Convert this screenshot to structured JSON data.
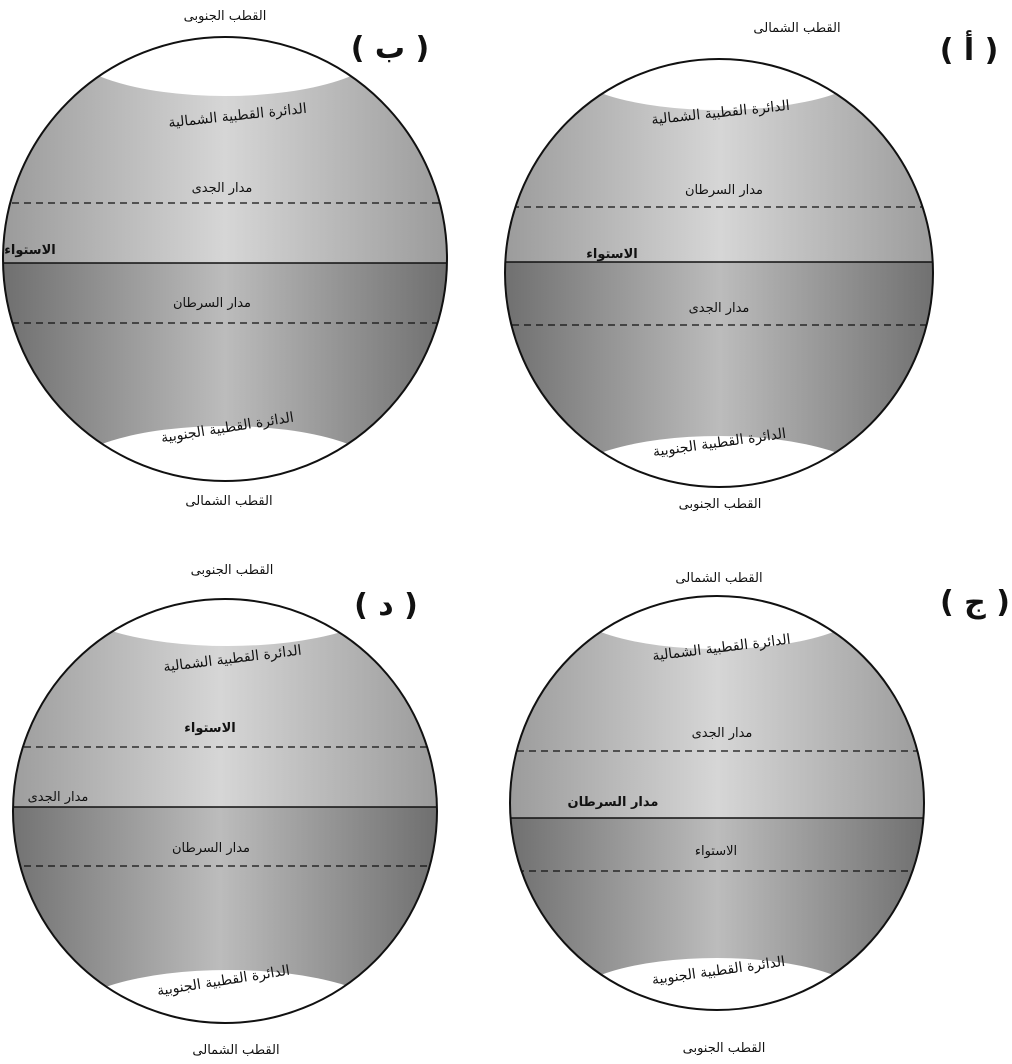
{
  "panels": [
    {
      "label": "( أ )",
      "top_text": "القطب الشمالى",
      "bottom_text": "القطب الجنوبى",
      "top_cap": "الدائرة القطبية الشمالية",
      "bottom_cap": "الدائرة القطبية الجنوبية",
      "upper_band": "مدار السرطان",
      "line_label": "الاستواء",
      "lower_band": "مدار الجدى"
    },
    {
      "label": "( ب )",
      "top_text": "القطب الجنوبى",
      "bottom_text": "القطب الشمالى",
      "top_cap": "الدائرة القطبية الشمالية",
      "bottom_cap": "الدائرة القطبية الجنوبية",
      "upper_band": "مدار الجدى",
      "line_label": "الاستواء",
      "lower_band": "مدار السرطان"
    },
    {
      "label": "( ج )",
      "top_text": "القطب الشمالى",
      "bottom_text": "القطب الجنوبى",
      "top_cap": "الدائرة القطبية الشمالية",
      "bottom_cap": "الدائرة القطبية الجنوبية",
      "upper_band": "مدار الجدى",
      "line_label": "مدار السرطان",
      "lower_band": "الاستواء"
    },
    {
      "label": "( د )",
      "top_text": "القطب الجنوبى",
      "bottom_text": "القطب الشمالى",
      "top_cap": "الدائرة القطبية الشمالية",
      "bottom_cap": "الدائرة القطبية الجنوبية",
      "upper_band": "الاستواء",
      "line_label": "مدار الجدى",
      "lower_band": "مدار السرطان"
    }
  ],
  "colors": {
    "upper_fill": "#bdbdbd",
    "lower_fill": "#8e8e8e",
    "cap_fill": "#ffffff",
    "stroke": "#111111"
  }
}
